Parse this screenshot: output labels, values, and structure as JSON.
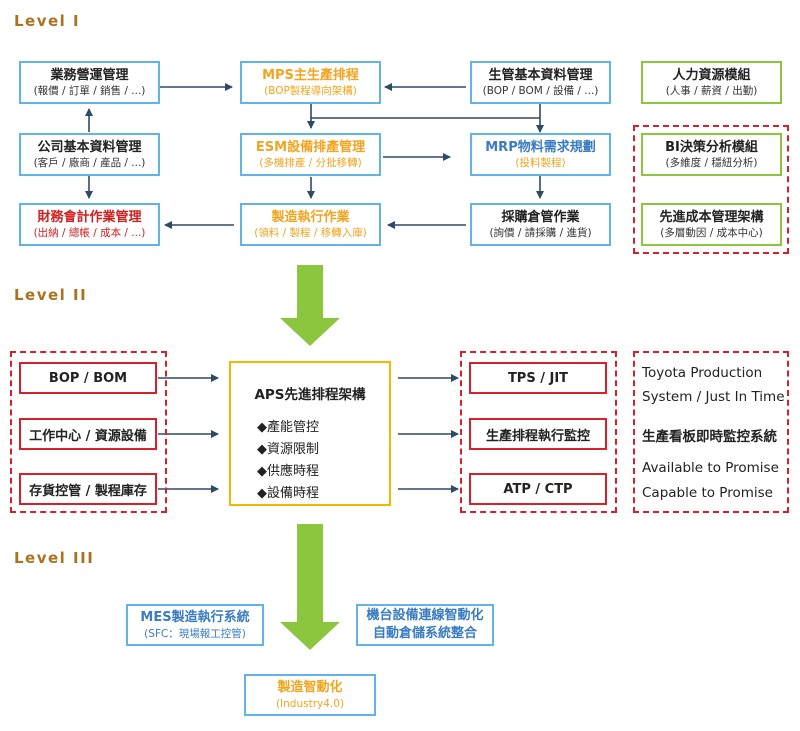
{
  "levels": {
    "l1": "Level I",
    "l2": "Level II",
    "l3": "Level III"
  },
  "level1": {
    "sales": {
      "title": "業務營運管理",
      "sub": "(報價 / 訂單 / 銷售 / ...)"
    },
    "mps": {
      "title": "MPS主生產排程",
      "sub": "(BOP製程導向架構)"
    },
    "production_master": {
      "title": "生管基本資料管理",
      "sub": "(BOP / BOM / 設備 / ...)"
    },
    "hr": {
      "title": "人力資源模組",
      "sub": "(人事 / 薪資 / 出勤)"
    },
    "company_master": {
      "title": "公司基本資料管理",
      "sub": "(客戶 / 廠商 / 產品 / ...)"
    },
    "esm": {
      "title": "ESM設備排產管理",
      "sub": "(多機排產 / 分批移轉)"
    },
    "mrp": {
      "title": "MRP物料需求規劃",
      "sub": "(投料製程)"
    },
    "bi": {
      "title": "BI決策分析模組",
      "sub": "(多維度 / 穩紐分析)"
    },
    "finance": {
      "title": "財務會計作業管理",
      "sub": "(出納 / 總帳 / 成本 / ...)"
    },
    "mes": {
      "title": "製造執行作業",
      "sub": "(領料 / 製程 / 移轉入庫)"
    },
    "purchase": {
      "title": "採購倉管作業",
      "sub": "(詢價 / 請採購 / 進貨)"
    },
    "cost": {
      "title": "先進成本管理架構",
      "sub": "(多層動因 / 成本中心)"
    }
  },
  "level2": {
    "inputs": [
      "BOP / BOM",
      "工作中心 / 資源設備",
      "存貨控管 / 製程庫存"
    ],
    "aps_title": "APS先進排程架構",
    "aps_items": [
      "產能管控",
      "資源限制",
      "供應時程",
      "設備時程"
    ],
    "outputs": [
      "TPS / JIT",
      "生產排程執行監控",
      "ATP / CTP"
    ],
    "notes": [
      "Toyota Production",
      "System / Just In Time",
      "生產看板即時監控系統",
      "Available to Promise",
      "Capable to Promise"
    ]
  },
  "level3": {
    "mes": {
      "title": "MES製造執行系統",
      "sub": "(SFC：現場報工控管)"
    },
    "machine": {
      "title": "機台設備連線智動化",
      "sub": "自動倉儲系統整合"
    },
    "smart": {
      "title": "製造智動化",
      "sub": "(Industry4.0)"
    }
  },
  "colors": {
    "level_label": "#a9731f",
    "box_border": "#63b4e6",
    "orange_text": "#f2a41e",
    "blue_text": "#3a7cc2",
    "red_text": "#d02020",
    "green_border": "#8cc63f",
    "dashed_red": "#d6202a",
    "aps_border": "#f5b800",
    "big_arrow": "#8cc63f",
    "arrow_line": "#2f4a66"
  }
}
